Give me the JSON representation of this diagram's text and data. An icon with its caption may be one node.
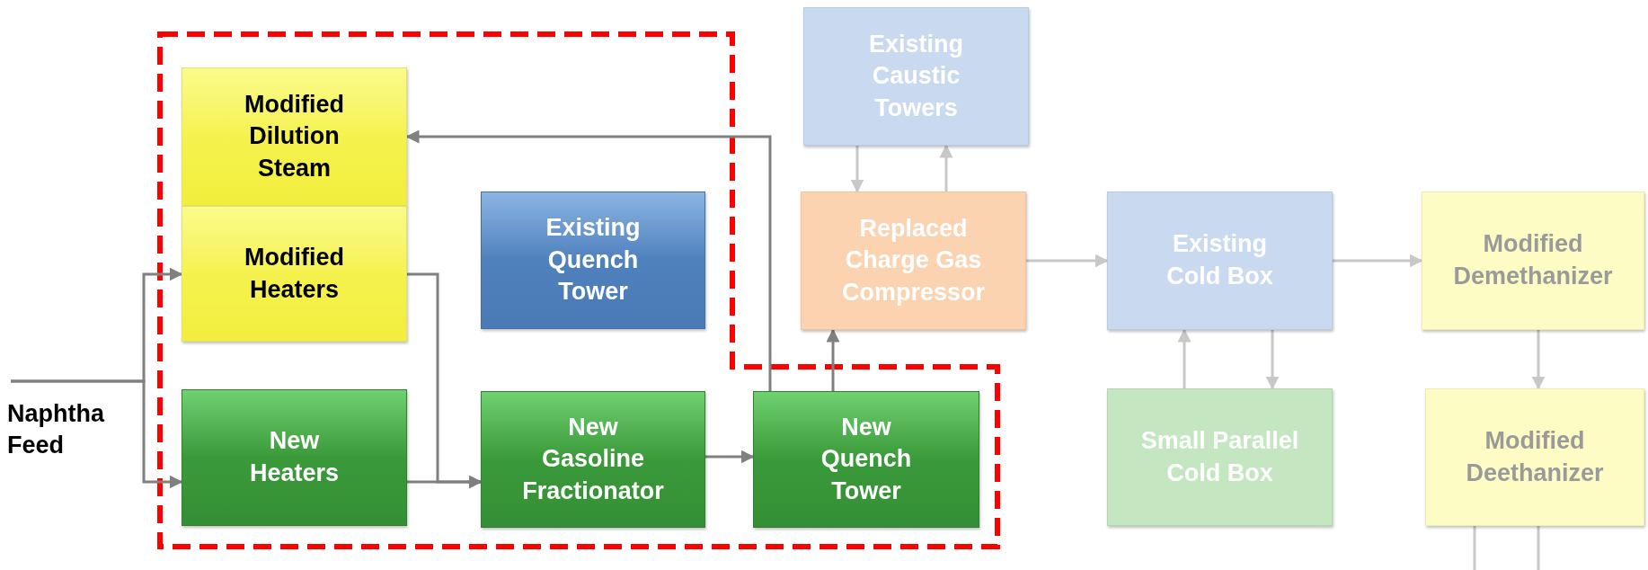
{
  "diagram": {
    "nodes": [
      {
        "text": [
          "Modified Dilution Steam"
        ]
      },
      {
        "text": [
          "Existing Caustic Towers"
        ]
      },
      {
        "text": [
          "Modified Heaters"
        ]
      },
      {
        "text": [
          "Existing Quench Tower"
        ]
      },
      {
        "text": [
          "Replaced Charge Gas Compressor"
        ]
      },
      {
        "text": [
          "Existing Cold Box"
        ]
      },
      {
        "text": [
          "Modified Demethanizer"
        ]
      },
      {
        "text": [
          "Naphtha Feed"
        ]
      },
      {
        "text": [
          "New Heaters"
        ]
      },
      {
        "text": [
          "New Gasoline Fractionator"
        ]
      },
      {
        "text": [
          "New Quench Tower"
        ]
      },
      {
        "text": [
          "Small Parallel Cold Box"
        ]
      },
      {
        "text": [
          "Modified Deethanizer"
        ]
      }
    ],
    "edges": [
      {
        "from": 7,
        "to": 2,
        "arrow": "to",
        "color": "#808080"
      },
      {
        "from": 7,
        "to": 8,
        "arrow": "to",
        "color": "#808080"
      },
      {
        "from": 2,
        "to": 9,
        "arrow": "to",
        "color": "#808080"
      },
      {
        "from": 8,
        "to": 9,
        "arrow": "to",
        "color": "#808080"
      },
      {
        "from": 9,
        "to": 10,
        "arrow": "to",
        "color": "#808080"
      },
      {
        "from": 10,
        "to": 0,
        "arrow": "to",
        "color": "#808080"
      },
      {
        "from": 10,
        "to": 4,
        "arrow": "to",
        "color": "#808080"
      },
      {
        "from": 1,
        "to": 4,
        "arrow": "to"
      },
      {
        "from": 4,
        "to": 1,
        "arrow": "to"
      },
      {
        "from": 4,
        "to": 5,
        "arrow": "to"
      },
      {
        "from": 11,
        "to": 5,
        "arrow": "to"
      },
      {
        "from": 5,
        "to": 11,
        "arrow": "to"
      },
      {
        "from": 5,
        "to": 6,
        "arrow": "to"
      },
      {
        "from": 6,
        "to": 12,
        "arrow": "to"
      },
      {
        "from": 12,
        "to": null,
        "arrow": "none"
      },
      {
        "from": 12,
        "to": null,
        "arrow": "none"
      }
    ]
  }
}
